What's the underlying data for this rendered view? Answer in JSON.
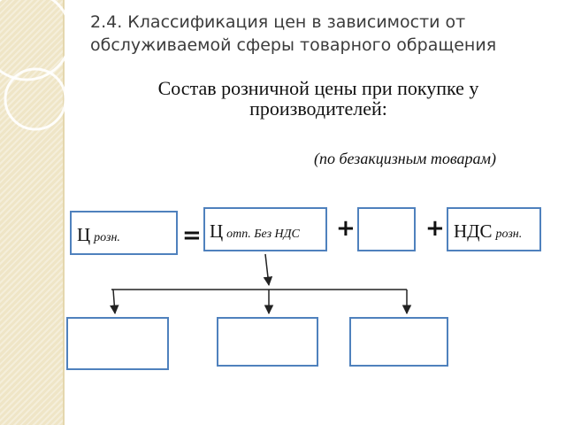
{
  "header": {
    "title": "2.4. Классификация цен в зависимости от обслуживаемой сферы товарного обращения"
  },
  "slide": {
    "subtitle": "Состав розничной цены при покупке у производителей:",
    "note": "(по безакцизным товарам)"
  },
  "formula": {
    "retail_main": "Ц",
    "retail_sub": "розн.",
    "equals": "=",
    "factory_main": "Ц",
    "factory_sub": "отп. Без НДС",
    "plus": "+",
    "vat_main": "НДС",
    "vat_sub": "розн."
  },
  "colors": {
    "box_border": "#4f81bd",
    "side_band": "#efe5c6"
  }
}
